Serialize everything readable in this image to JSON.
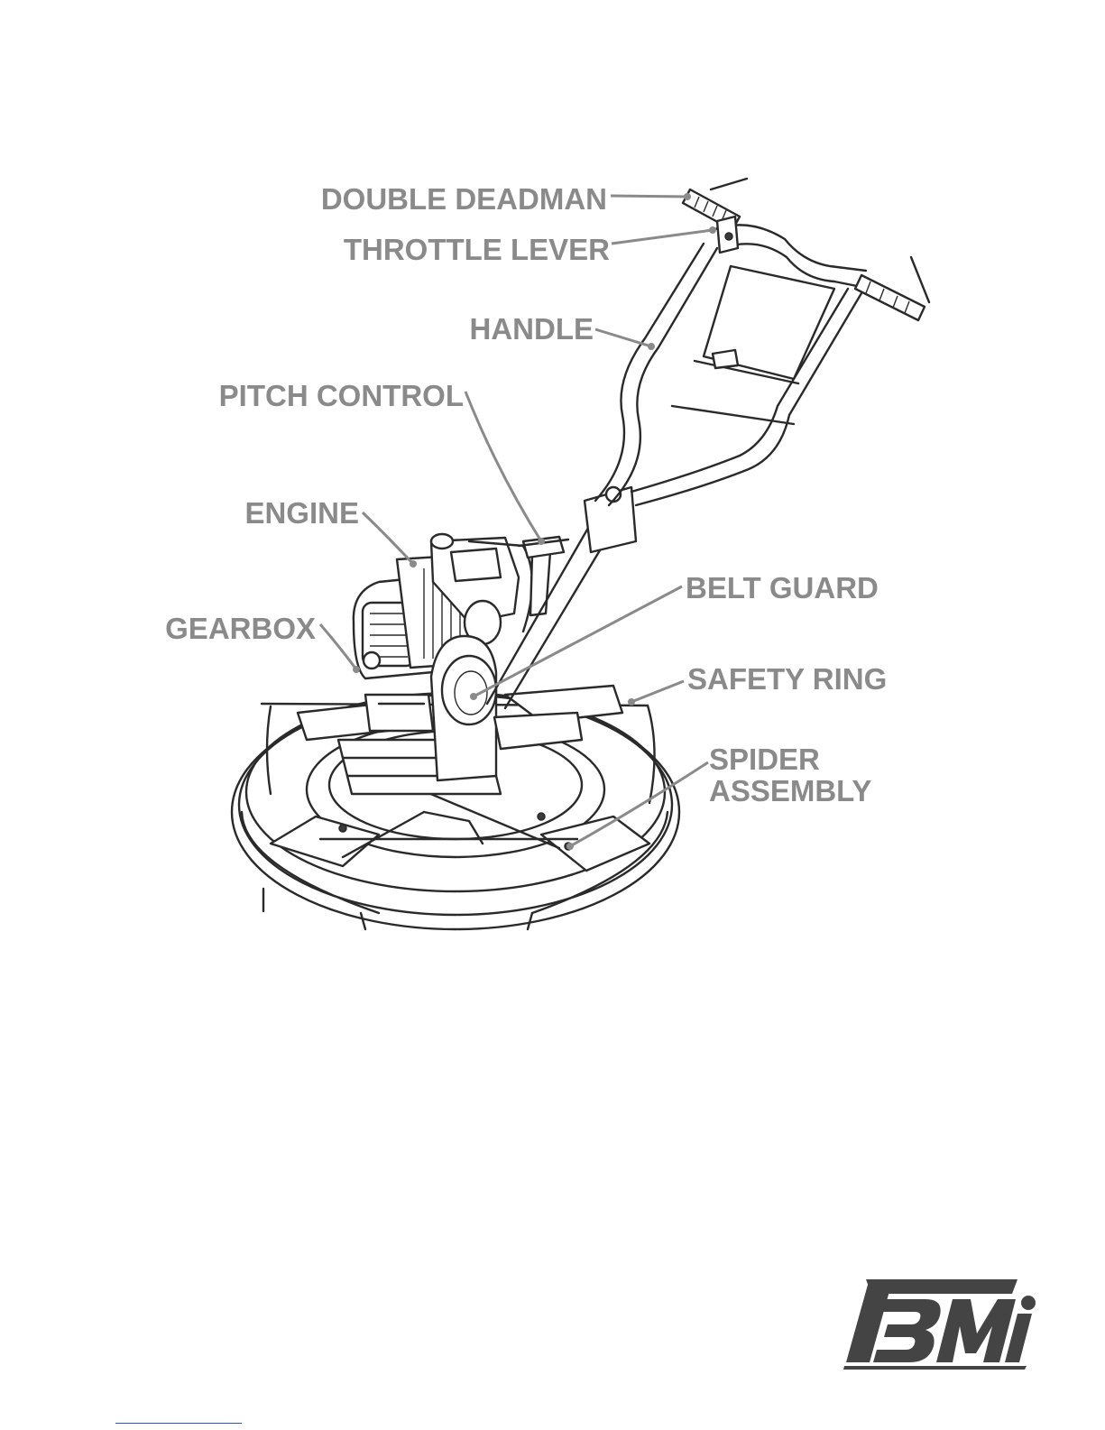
{
  "labels": {
    "double_deadman": "DOUBLE DEADMAN",
    "throttle_lever": "THROTTLE LEVER",
    "handle": "HANDLE",
    "pitch_control": "PITCH CONTROL",
    "engine": "ENGINE",
    "belt_guard": "BELT GUARD",
    "gearbox": "GEARBOX",
    "safety_ring": "SAFETY RING",
    "spider_assembly_line1": "SPIDER",
    "spider_assembly_line2": "ASSEMBLY"
  },
  "logo": {
    "text": "BMi",
    "icon": "bmi-logo-icon"
  },
  "colors": {
    "label": "#8a8a8a",
    "line_art": "#2a2a2a",
    "logo": "#444444"
  }
}
